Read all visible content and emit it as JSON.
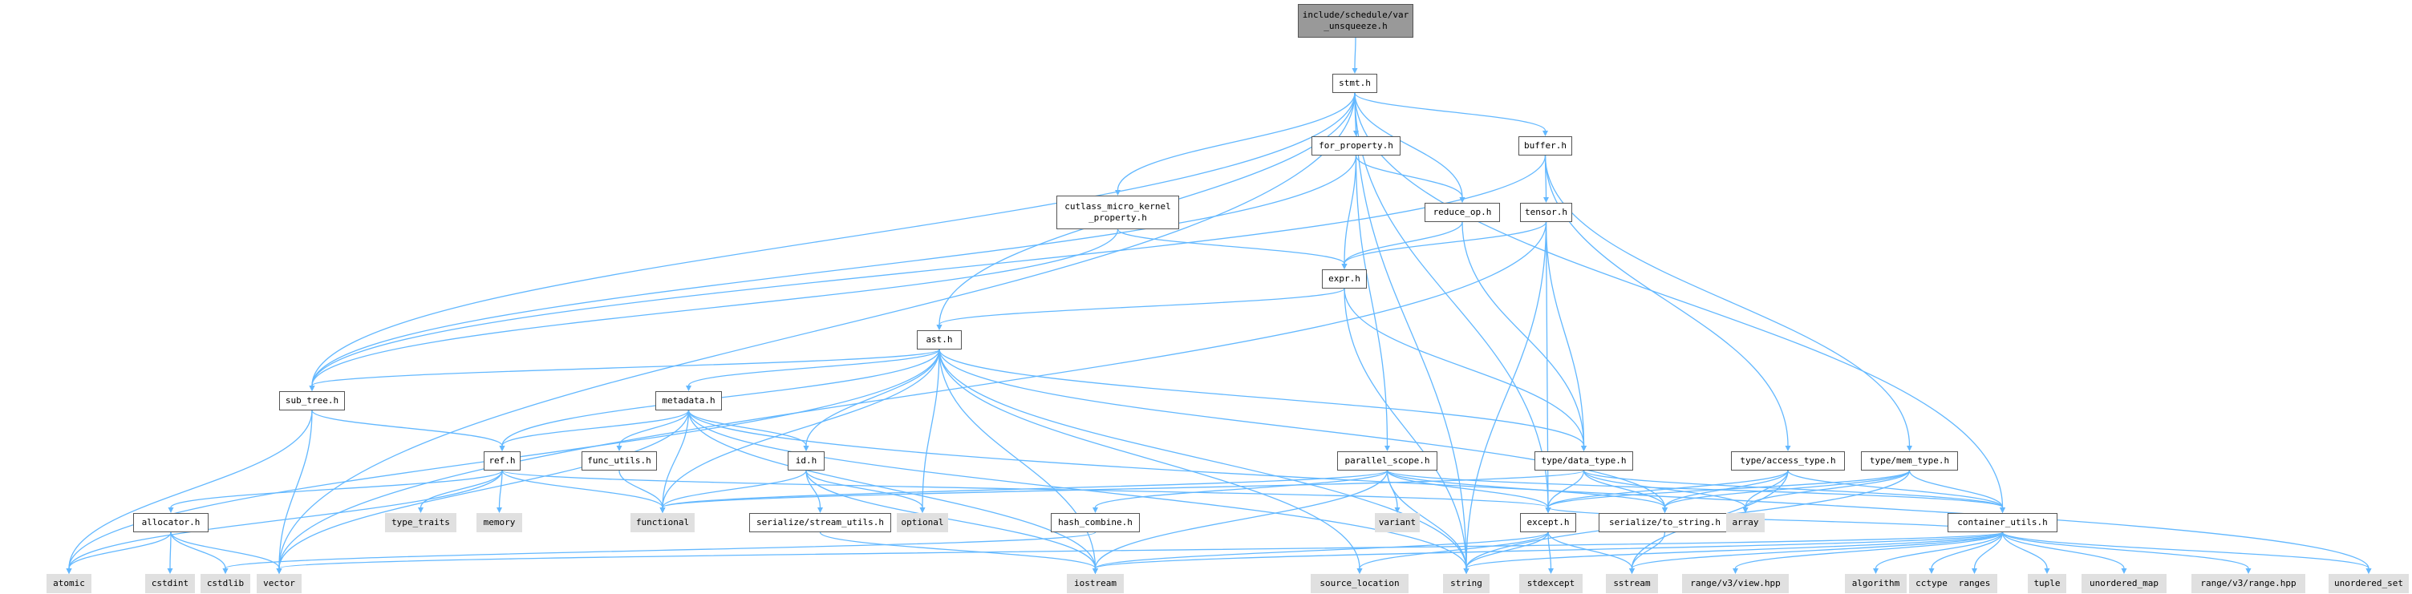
{
  "graph": {
    "nodes": [
      {
        "id": "root",
        "kind": "root",
        "lines": [
          "include/schedule/var",
          "_unsqueeze.h"
        ]
      },
      {
        "id": "stmt",
        "kind": "local",
        "lines": [
          "stmt.h"
        ]
      },
      {
        "id": "for_property",
        "kind": "local",
        "lines": [
          "for_property.h"
        ]
      },
      {
        "id": "buffer",
        "kind": "local",
        "lines": [
          "buffer.h"
        ]
      },
      {
        "id": "cutlass",
        "kind": "local",
        "lines": [
          "cutlass_micro_kernel",
          "_property.h"
        ]
      },
      {
        "id": "reduce_op",
        "kind": "local",
        "lines": [
          "reduce_op.h"
        ]
      },
      {
        "id": "tensor",
        "kind": "local",
        "lines": [
          "tensor.h"
        ]
      },
      {
        "id": "expr",
        "kind": "local",
        "lines": [
          "expr.h"
        ]
      },
      {
        "id": "ast",
        "kind": "local",
        "lines": [
          "ast.h"
        ]
      },
      {
        "id": "sub_tree",
        "kind": "local",
        "lines": [
          "sub_tree.h"
        ]
      },
      {
        "id": "metadata",
        "kind": "local",
        "lines": [
          "metadata.h"
        ]
      },
      {
        "id": "ref",
        "kind": "local",
        "lines": [
          "ref.h"
        ]
      },
      {
        "id": "func_utils",
        "kind": "local",
        "lines": [
          "func_utils.h"
        ]
      },
      {
        "id": "id",
        "kind": "local",
        "lines": [
          "id.h"
        ]
      },
      {
        "id": "parallel_scope",
        "kind": "local",
        "lines": [
          "parallel_scope.h"
        ]
      },
      {
        "id": "data_type",
        "kind": "local",
        "lines": [
          "type/data_type.h"
        ]
      },
      {
        "id": "access_type",
        "kind": "local",
        "lines": [
          "type/access_type.h"
        ]
      },
      {
        "id": "mem_type",
        "kind": "local",
        "lines": [
          "type/mem_type.h"
        ]
      },
      {
        "id": "allocator",
        "kind": "local",
        "lines": [
          "allocator.h"
        ]
      },
      {
        "id": "serialize_stream",
        "kind": "local",
        "lines": [
          "serialize/stream_utils.h"
        ]
      },
      {
        "id": "hash_combine",
        "kind": "local",
        "lines": [
          "hash_combine.h"
        ]
      },
      {
        "id": "except",
        "kind": "local",
        "lines": [
          "except.h"
        ]
      },
      {
        "id": "to_string",
        "kind": "local",
        "lines": [
          "serialize/to_string.h"
        ]
      },
      {
        "id": "container_utils",
        "kind": "local",
        "lines": [
          "container_utils.h"
        ]
      },
      {
        "id": "type_traits",
        "kind": "sys",
        "lines": [
          "type_traits"
        ]
      },
      {
        "id": "memory",
        "kind": "sys",
        "lines": [
          "memory"
        ]
      },
      {
        "id": "functional",
        "kind": "sys",
        "lines": [
          "functional"
        ]
      },
      {
        "id": "optional",
        "kind": "sys",
        "lines": [
          "optional"
        ]
      },
      {
        "id": "variant",
        "kind": "sys",
        "lines": [
          "variant"
        ]
      },
      {
        "id": "array",
        "kind": "sys",
        "lines": [
          "array"
        ]
      },
      {
        "id": "atomic",
        "kind": "sys",
        "lines": [
          "atomic"
        ]
      },
      {
        "id": "cstdint",
        "kind": "sys",
        "lines": [
          "cstdint"
        ]
      },
      {
        "id": "cstdlib",
        "kind": "sys",
        "lines": [
          "cstdlib"
        ]
      },
      {
        "id": "vector",
        "kind": "sys",
        "lines": [
          "vector"
        ]
      },
      {
        "id": "iostream",
        "kind": "sys",
        "lines": [
          "iostream"
        ]
      },
      {
        "id": "source_location",
        "kind": "sys",
        "lines": [
          "source_location"
        ]
      },
      {
        "id": "string",
        "kind": "sys",
        "lines": [
          "string"
        ]
      },
      {
        "id": "stdexcept",
        "kind": "sys",
        "lines": [
          "stdexcept"
        ]
      },
      {
        "id": "sstream",
        "kind": "sys",
        "lines": [
          "sstream"
        ]
      },
      {
        "id": "range_view",
        "kind": "sys",
        "lines": [
          "range/v3/view.hpp"
        ]
      },
      {
        "id": "algorithm",
        "kind": "sys",
        "lines": [
          "algorithm"
        ]
      },
      {
        "id": "cctype",
        "kind": "sys",
        "lines": [
          "cctype"
        ]
      },
      {
        "id": "ranges",
        "kind": "sys",
        "lines": [
          "ranges"
        ]
      },
      {
        "id": "tuple",
        "kind": "sys",
        "lines": [
          "tuple"
        ]
      },
      {
        "id": "unordered_map",
        "kind": "sys",
        "lines": [
          "unordered_map"
        ]
      },
      {
        "id": "range_range",
        "kind": "sys",
        "lines": [
          "range/v3/range.hpp"
        ]
      },
      {
        "id": "unordered_set",
        "kind": "sys",
        "lines": [
          "unordered_set"
        ]
      }
    ],
    "edges": [
      [
        "root",
        "stmt"
      ],
      [
        "stmt",
        "for_property"
      ],
      [
        "stmt",
        "buffer"
      ],
      [
        "stmt",
        "cutlass"
      ],
      [
        "stmt",
        "reduce_op"
      ],
      [
        "stmt",
        "ast"
      ],
      [
        "stmt",
        "sub_tree"
      ],
      [
        "stmt",
        "except"
      ],
      [
        "stmt",
        "container_utils"
      ],
      [
        "stmt",
        "vector"
      ],
      [
        "stmt",
        "string"
      ],
      [
        "for_property",
        "reduce_op"
      ],
      [
        "for_property",
        "expr"
      ],
      [
        "for_property",
        "parallel_scope"
      ],
      [
        "for_property",
        "sub_tree"
      ],
      [
        "buffer",
        "tensor"
      ],
      [
        "buffer",
        "access_type"
      ],
      [
        "buffer",
        "mem_type"
      ],
      [
        "buffer",
        "sub_tree"
      ],
      [
        "cutlass",
        "expr"
      ],
      [
        "cutlass",
        "sub_tree"
      ],
      [
        "reduce_op",
        "expr"
      ],
      [
        "reduce_op",
        "data_type"
      ],
      [
        "tensor",
        "expr"
      ],
      [
        "tensor",
        "data_type"
      ],
      [
        "tensor",
        "except"
      ],
      [
        "tensor",
        "string"
      ],
      [
        "tensor",
        "vector"
      ],
      [
        "expr",
        "ast"
      ],
      [
        "expr",
        "data_type"
      ],
      [
        "expr",
        "string"
      ],
      [
        "ast",
        "sub_tree"
      ],
      [
        "ast",
        "metadata"
      ],
      [
        "ast",
        "ref"
      ],
      [
        "ast",
        "id"
      ],
      [
        "ast",
        "data_type"
      ],
      [
        "ast",
        "functional"
      ],
      [
        "ast",
        "optional"
      ],
      [
        "ast",
        "iostream"
      ],
      [
        "ast",
        "string"
      ],
      [
        "ast",
        "source_location"
      ],
      [
        "ast",
        "atomic"
      ],
      [
        "ast",
        "to_string"
      ],
      [
        "sub_tree",
        "ref"
      ],
      [
        "sub_tree",
        "atomic"
      ],
      [
        "sub_tree",
        "vector"
      ],
      [
        "metadata",
        "ref"
      ],
      [
        "metadata",
        "func_utils"
      ],
      [
        "metadata",
        "id"
      ],
      [
        "metadata",
        "functional"
      ],
      [
        "metadata",
        "vector"
      ],
      [
        "metadata",
        "iostream"
      ],
      [
        "metadata",
        "string"
      ],
      [
        "metadata",
        "unordered_set"
      ],
      [
        "ref",
        "allocator"
      ],
      [
        "ref",
        "type_traits"
      ],
      [
        "ref",
        "memory"
      ],
      [
        "ref",
        "functional"
      ],
      [
        "ref",
        "atomic"
      ],
      [
        "ref",
        "except"
      ],
      [
        "func_utils",
        "functional"
      ],
      [
        "id",
        "functional"
      ],
      [
        "id",
        "optional"
      ],
      [
        "id",
        "serialize_stream"
      ],
      [
        "id",
        "iostream"
      ],
      [
        "parallel_scope",
        "hash_combine"
      ],
      [
        "parallel_scope",
        "except"
      ],
      [
        "parallel_scope",
        "to_string"
      ],
      [
        "parallel_scope",
        "container_utils"
      ],
      [
        "parallel_scope",
        "variant"
      ],
      [
        "parallel_scope",
        "string"
      ],
      [
        "parallel_scope",
        "iostream"
      ],
      [
        "parallel_scope",
        "functional"
      ],
      [
        "data_type",
        "except"
      ],
      [
        "data_type",
        "to_string"
      ],
      [
        "data_type",
        "container_utils"
      ],
      [
        "data_type",
        "array"
      ],
      [
        "data_type",
        "functional"
      ],
      [
        "access_type",
        "except"
      ],
      [
        "access_type",
        "to_string"
      ],
      [
        "access_type",
        "container_utils"
      ],
      [
        "access_type",
        "array"
      ],
      [
        "access_type",
        "sstream"
      ],
      [
        "mem_type",
        "except"
      ],
      [
        "mem_type",
        "to_string"
      ],
      [
        "mem_type",
        "container_utils"
      ],
      [
        "mem_type",
        "array"
      ],
      [
        "mem_type",
        "string"
      ],
      [
        "allocator",
        "atomic"
      ],
      [
        "allocator",
        "cstdint"
      ],
      [
        "allocator",
        "cstdlib"
      ],
      [
        "allocator",
        "vector"
      ],
      [
        "serialize_stream",
        "iostream"
      ],
      [
        "hash_combine",
        "cstdlib"
      ],
      [
        "except",
        "string"
      ],
      [
        "except",
        "stdexcept"
      ],
      [
        "except",
        "sstream"
      ],
      [
        "except",
        "source_location"
      ],
      [
        "except",
        "iostream"
      ],
      [
        "to_string",
        "sstream"
      ],
      [
        "container_utils",
        "range_view"
      ],
      [
        "container_utils",
        "algorithm"
      ],
      [
        "container_utils",
        "cctype"
      ],
      [
        "container_utils",
        "ranges"
      ],
      [
        "container_utils",
        "tuple"
      ],
      [
        "container_utils",
        "unordered_map"
      ],
      [
        "container_utils",
        "range_range"
      ],
      [
        "container_utils",
        "unordered_set"
      ],
      [
        "container_utils",
        "iostream"
      ],
      [
        "container_utils",
        "string"
      ],
      [
        "container_utils",
        "sstream"
      ],
      [
        "container_utils",
        "vector"
      ],
      [
        "container_utils",
        "except"
      ]
    ]
  },
  "colors": {
    "edge": "#63b8ff",
    "root_fill": "#999999",
    "local_fill": "#ffffff",
    "local_border": "#555555",
    "system_fill": "#e0e0e0"
  }
}
